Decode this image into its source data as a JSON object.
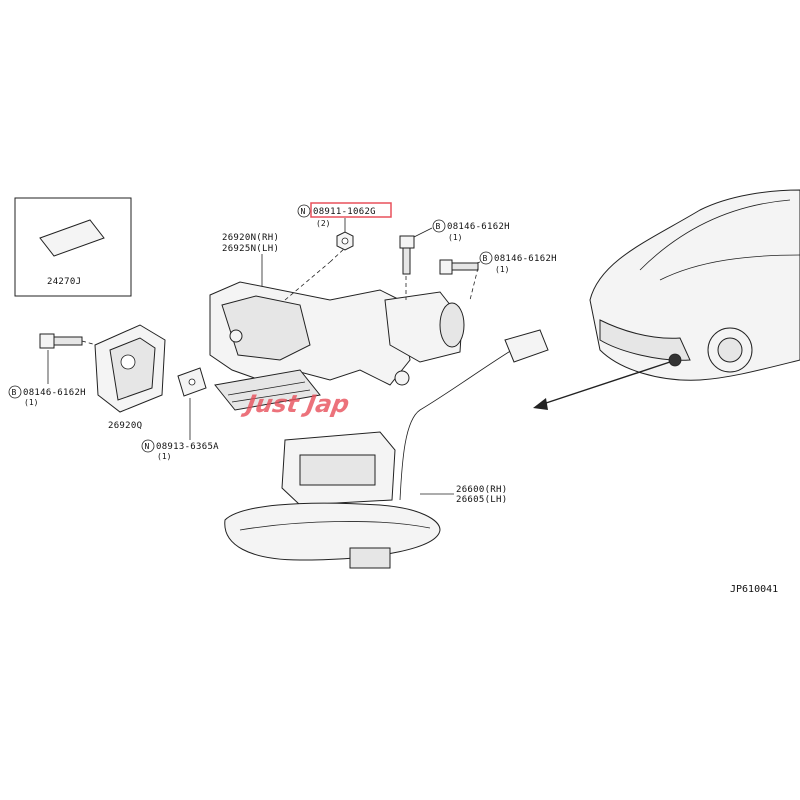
{
  "callouts": {
    "p24270j": "24270J",
    "p26920n": "26920N(RH)",
    "p26925n": "26925N(LH)",
    "nut_prefix": "N",
    "nut_part": "08911-1062G",
    "nut_qty": "(2)",
    "bolt1_prefix": "B",
    "bolt1_part": "08146-6162H",
    "bolt1_qty": "(1)",
    "bolt2_prefix": "B",
    "bolt2_part": "08146-6162H",
    "bolt2_qty": "(1)",
    "bolt3_prefix": "B",
    "bolt3_part": "08146-6162H",
    "bolt3_qty": "(1)",
    "p26920q": "26920Q",
    "clip_prefix": "N",
    "clip_part": "08913-6365A",
    "clip_qty": "(1)",
    "p26600": "26600(RH)",
    "p26605": "26605(LH)"
  },
  "diagram_code": "JP610041",
  "watermark": "Just Jap",
  "colors": {
    "highlight": "#e8505b",
    "line": "#222222"
  }
}
